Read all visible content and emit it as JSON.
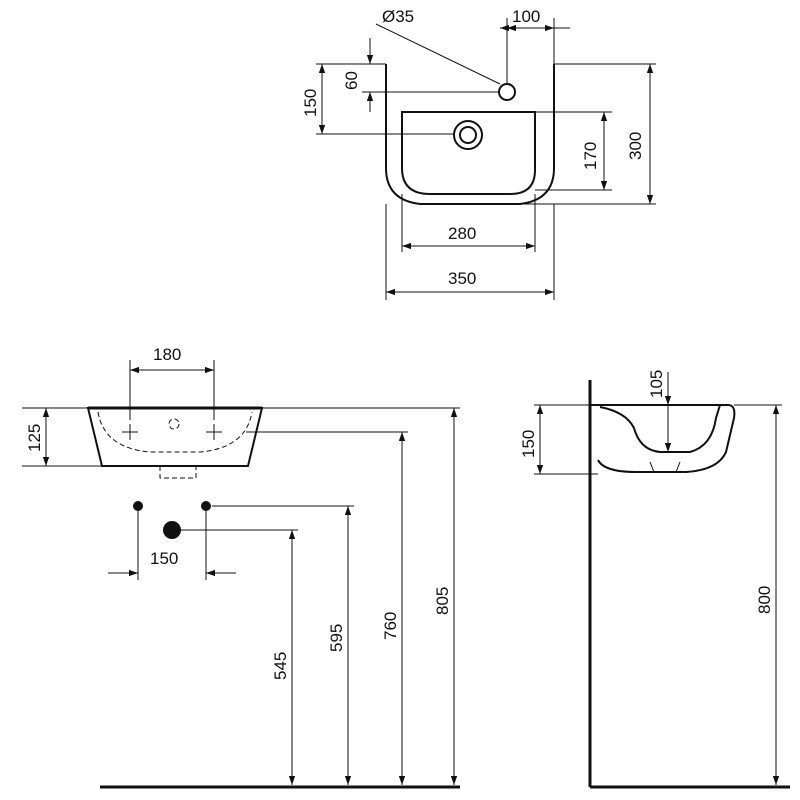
{
  "labels": {
    "tap_hole_diameter": "Ø35",
    "tap_hole_offset": "100",
    "tap_hole_from_top": "60",
    "waste_from_top": "150",
    "bowl_depth": "170",
    "overall_depth": "300",
    "bowl_width": "280",
    "overall_width": "350",
    "tap_spacing": "180",
    "basin_height": "125",
    "supply_spacing": "150",
    "waste_height": "545",
    "supply_height": "595",
    "bowl_rim_height": "760",
    "rim_height": "805",
    "side_bowl_depth": "105",
    "side_basin_height": "150",
    "side_rim_height": "800"
  },
  "colors": {
    "line": "#111111",
    "background": "#ffffff"
  }
}
